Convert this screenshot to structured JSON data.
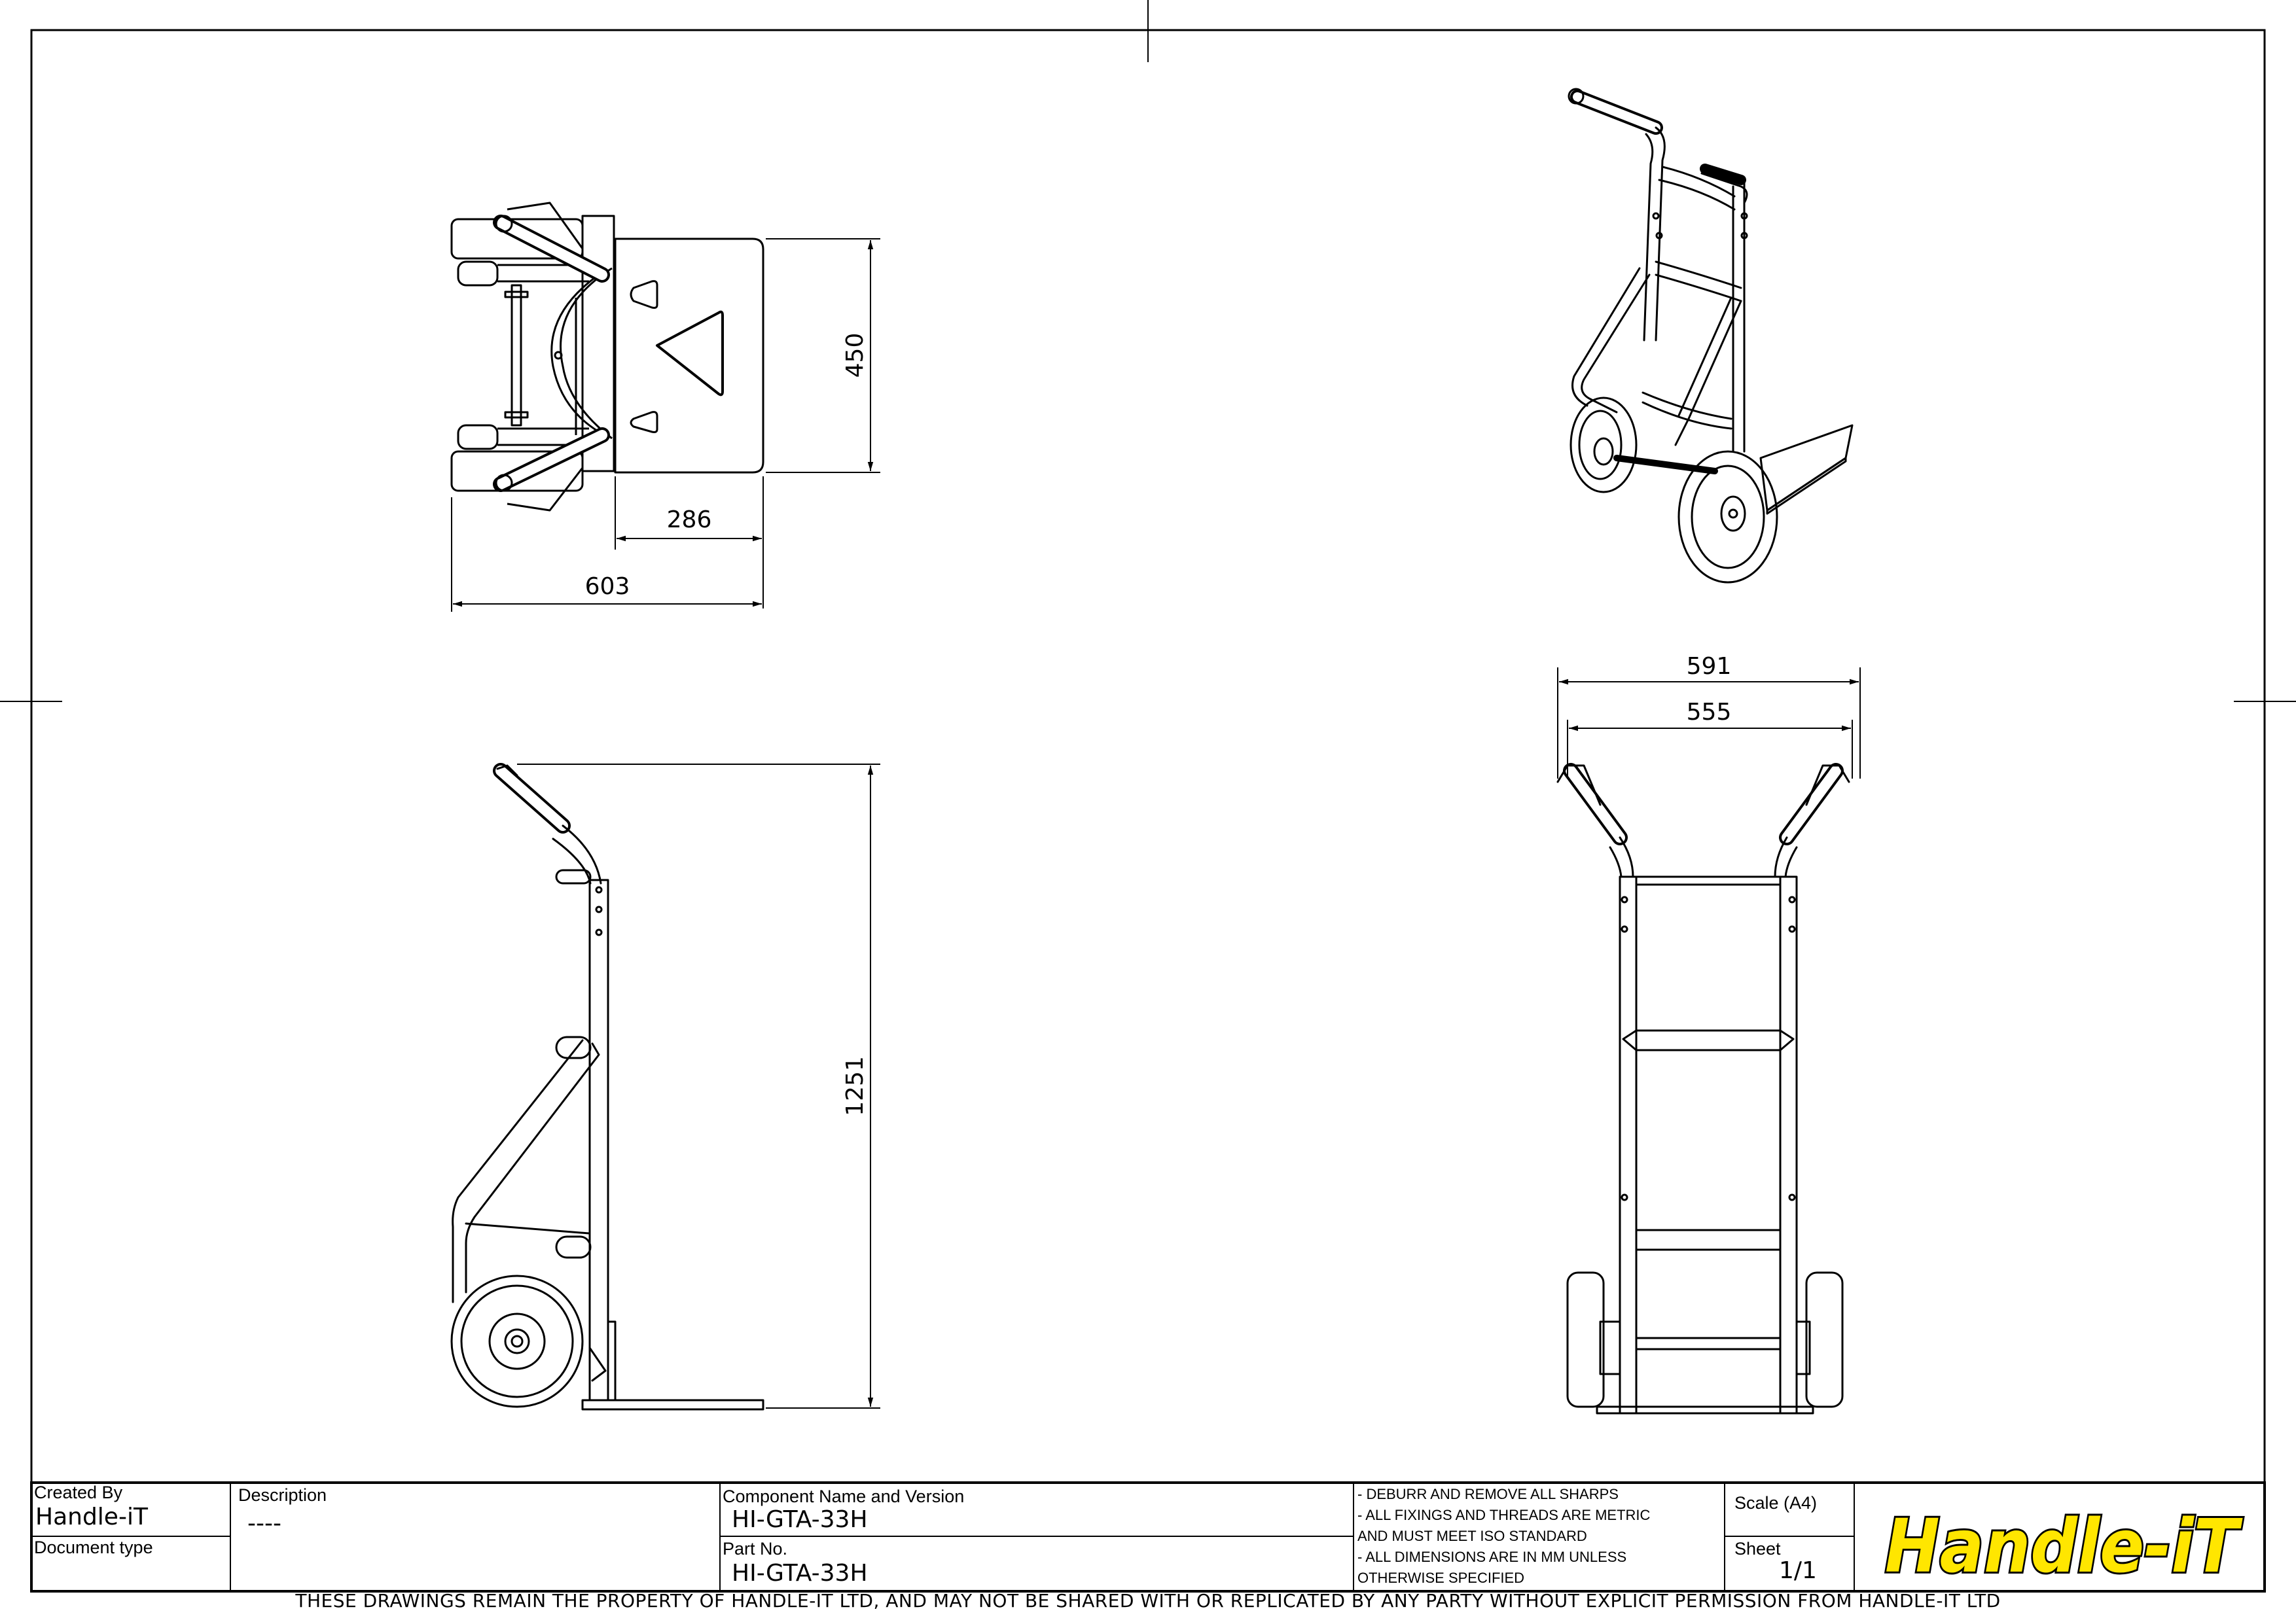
{
  "dimensions": {
    "top_view_height": "450",
    "top_view_plate_width": "286",
    "top_view_overall_width": "603",
    "side_view_height": "1251",
    "front_view_overall_width": "591",
    "front_view_inner_width": "555"
  },
  "title_block": {
    "created_by_label": "Created By",
    "created_by_value": "Handle-iT",
    "document_type_label": "Document type",
    "description_label": "Description",
    "description_value": "----",
    "component_label": "Component Name and Version",
    "component_value": "HI-GTA-33H",
    "part_no_label": "Part No.",
    "part_no_value": "HI-GTA-33H",
    "notes": [
      " - DEBURR AND REMOVE ALL SHARPS",
      " - ALL FIXINGS AND THREADS ARE METRIC",
      "AND MUST MEET ISO STANDARD",
      " - ALL DIMENSIONS ARE IN MM UNLESS",
      "OTHERWISE SPECIFIED"
    ],
    "scale_label": "Scale (A4)",
    "sheet_label": "Sheet",
    "sheet_value": "1/1",
    "logo_text": "Handle-iT"
  },
  "colors": {
    "logo_fill": "#FFE600",
    "logo_outline": "#000000",
    "line": "#000000"
  },
  "footer_text": "THESE DRAWINGS REMAIN THE PROPERTY OF HANDLE-IT LTD, AND MAY NOT BE SHARED WITH OR REPLICATED BY ANY PARTY WITHOUT EXPLICIT PERMISSION FROM HANDLE-IT LTD"
}
